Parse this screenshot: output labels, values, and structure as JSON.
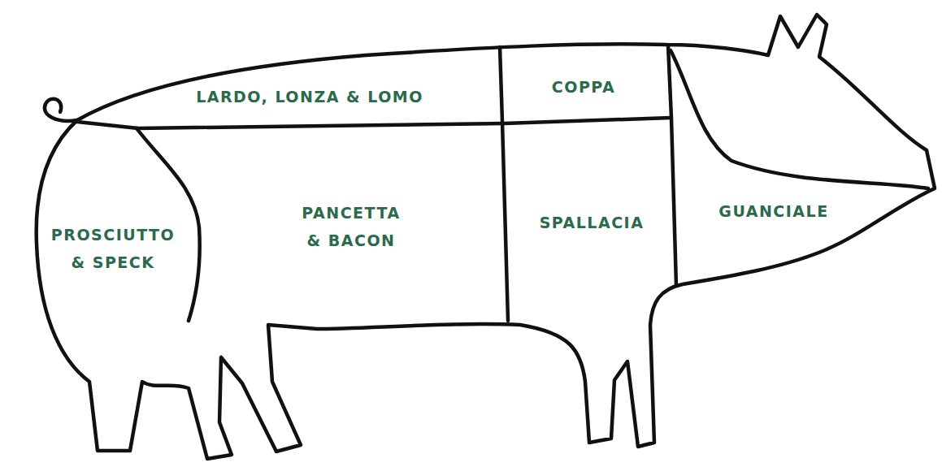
{
  "diagram": {
    "nodes": [
      {
        "text": [
          "LARDO, LONZA & LOMO"
        ]
      },
      {
        "text": [
          "COPPA"
        ]
      },
      {
        "text": [
          "PROSCIUTTO & SPECK"
        ]
      },
      {
        "text": [
          "PANCETTA & BACON"
        ]
      },
      {
        "text": [
          "SPALLACIA"
        ]
      },
      {
        "text": [
          "GUANCIALE"
        ]
      }
    ]
  }
}
